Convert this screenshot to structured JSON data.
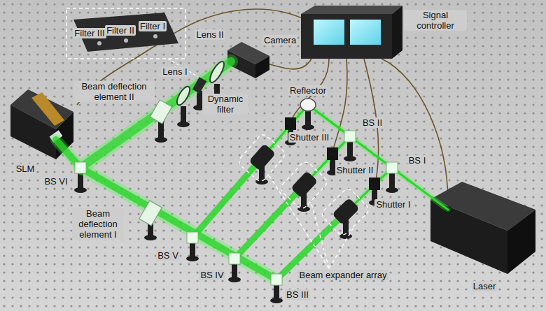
{
  "diagram": {
    "labels": [
      "Filter III",
      "Filter II",
      "Filter I",
      "Lens II",
      "Camera",
      "Signal controller",
      "Lens I",
      "Beam deflection element II",
      "Dynamic filter",
      "Reflector",
      "Shutter III",
      "SLM",
      "BS II",
      "Shutter II",
      "BS I",
      "Shutter I",
      "BS VI",
      "Laser",
      "Beam deflection element I",
      "Beam expander array",
      "BS V",
      "BS IV",
      "BS III"
    ]
  }
}
